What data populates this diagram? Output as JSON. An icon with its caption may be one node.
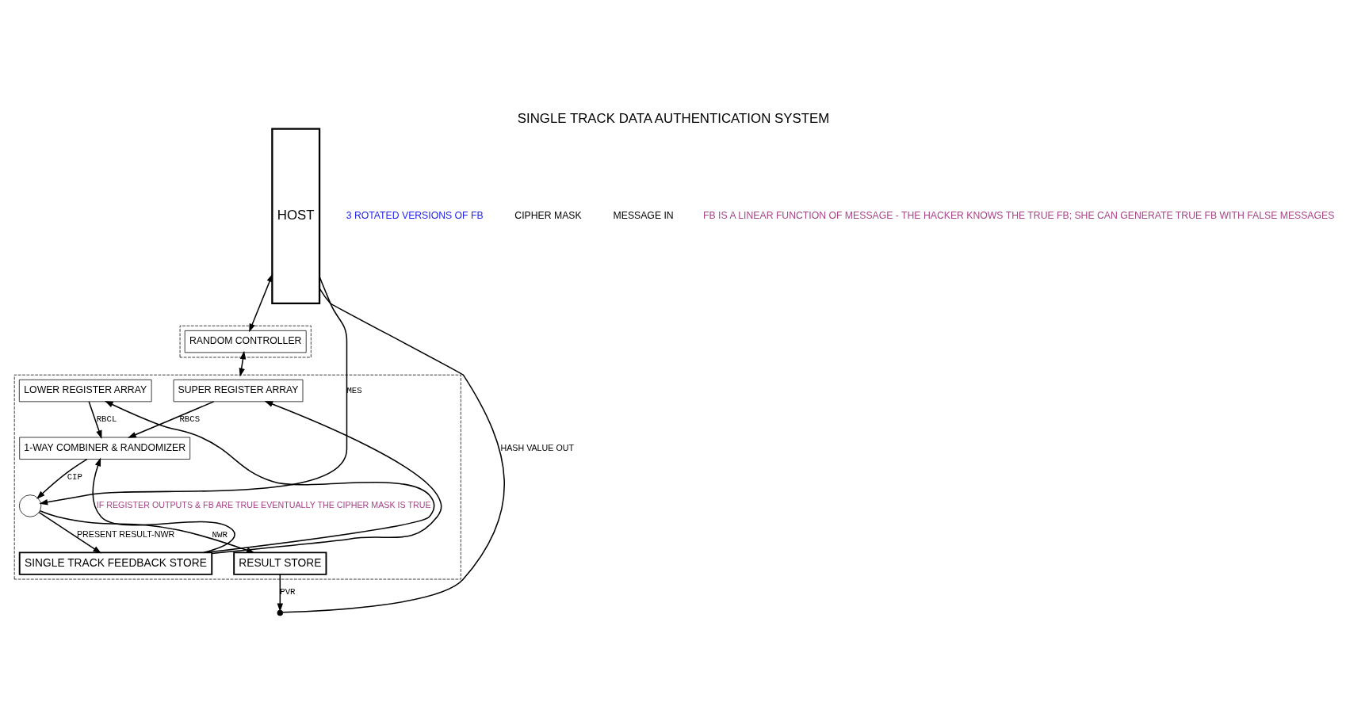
{
  "diagram": {
    "title": "SINGLE TRACK DATA AUTHENTICATION SYSTEM",
    "nodes": [
      {
        "text": [
          "HOST"
        ]
      },
      {
        "text": [],
        "shape": "box"
      },
      {
        "text": [
          "RANDOM CONTROLLER"
        ],
        "in": 1
      },
      {
        "text": [],
        "shape": "box"
      },
      {
        "text": [
          "SUPER REGISTER ARRAY"
        ],
        "in": 3
      },
      {
        "text": [
          "LOWER REGISTER ARRAY"
        ],
        "in": 3
      },
      {
        "text": [
          "1-WAY COMBINER & RANDOMIZER"
        ],
        "in": 3
      },
      {
        "text": [],
        "shape": "circle",
        "in": 3
      },
      {
        "text": [
          "SINGLE TRACK FEEDBACK STORE"
        ],
        "in": 3
      },
      {
        "text": [
          "RESULT STORE"
        ],
        "in": 3
      },
      {
        "text": [],
        "shape": "circle"
      }
    ],
    "edges": [
      {
        "from": 0,
        "to": 2,
        "arrow": "both"
      },
      {
        "from": 2,
        "to": 3,
        "arrow": "both"
      },
      {
        "from": 8,
        "to": 4,
        "arrow": "to"
      },
      {
        "from": 8,
        "to": 5,
        "arrow": "to"
      },
      {
        "from": 8,
        "to": 6,
        "arrow": "to",
        "label": "IF REGISTER OUTPUTS & FB ARE TRUE EVENTUALLY THE CIPHER MASK IS TRUE"
      },
      {
        "from": 4,
        "to": 6,
        "arrow": "to",
        "label": "RBCS"
      },
      {
        "from": 5,
        "to": 6,
        "arrow": "to",
        "label": "RBCL"
      },
      {
        "from": 6,
        "to": 7,
        "arrow": "to",
        "label": "CIP"
      },
      {
        "from": 0,
        "to": 7,
        "arrow": "to",
        "label": "MES"
      },
      {
        "from": 7,
        "to": 8,
        "arrow": "to",
        "label": "PRESENT RESULT-NWR"
      },
      {
        "from": 7,
        "to": 9,
        "arrow": "to",
        "label": "NWR"
      },
      {
        "from": 9,
        "to": 10,
        "arrow": "to",
        "label": "PVR"
      },
      {
        "from": 10,
        "to": 0,
        "arrow": "none",
        "label": "HASH VALUE OUT"
      }
    ],
    "labels": [
      "3 ROTATED VERSIONS OF FB",
      "CIPHER MASK",
      "MESSAGE IN",
      "FB IS A LINEAR FUNCTION OF MESSAGE - THE HACKER KNOWS THE TRUE FB; SHE CAN GENERATE TRUE FB WITH FALSE MESSAGES"
    ]
  }
}
